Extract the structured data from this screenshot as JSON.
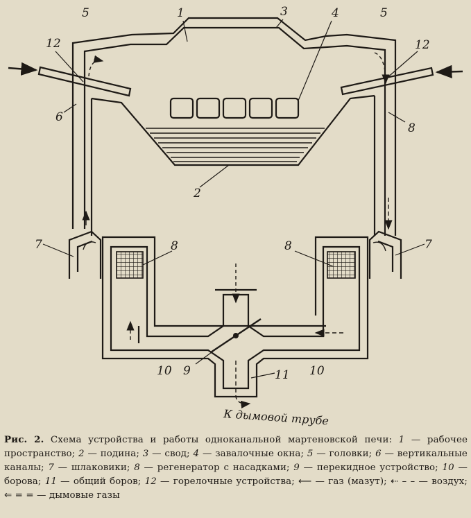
{
  "labels": {
    "n1": "1",
    "n2": "2",
    "n3": "3",
    "n4": "4",
    "n5a": "5",
    "n5b": "5",
    "n6": "6",
    "n7a": "7",
    "n7b": "7",
    "n8a": "8",
    "n8b": "8",
    "n8c": "8",
    "n9": "9",
    "n10a": "10",
    "n10b": "10",
    "n11": "11",
    "n12a": "12",
    "n12b": "12"
  },
  "to_chimney": "К дымовой трубе",
  "caption": {
    "fig": "Рис. 2.",
    "title": "Схема устройства и работы одноканальной мартеновской печи:",
    "items": [
      {
        "n": "1",
        "t": "рабочее пространство;"
      },
      {
        "n": "2",
        "t": "подина;"
      },
      {
        "n": "3",
        "t": "свод;"
      },
      {
        "n": "4",
        "t": "завалочные окна;"
      },
      {
        "n": "5",
        "t": "головки;"
      },
      {
        "n": "6",
        "t": "вертикальные каналы;"
      },
      {
        "n": "7",
        "t": "шлаковики;"
      },
      {
        "n": "8",
        "t": "регенератор с насадками;"
      },
      {
        "n": "9",
        "t": "перекидное устройство;"
      },
      {
        "n": "10",
        "t": "борова;"
      },
      {
        "n": "11",
        "t": "общий боров;"
      },
      {
        "n": "12",
        "t": "горелочные устройства;"
      }
    ],
    "legend_gas": "газ (мазут);",
    "legend_air": "воздух;",
    "legend_smoke": "дымовые газы",
    "dash": "—"
  }
}
